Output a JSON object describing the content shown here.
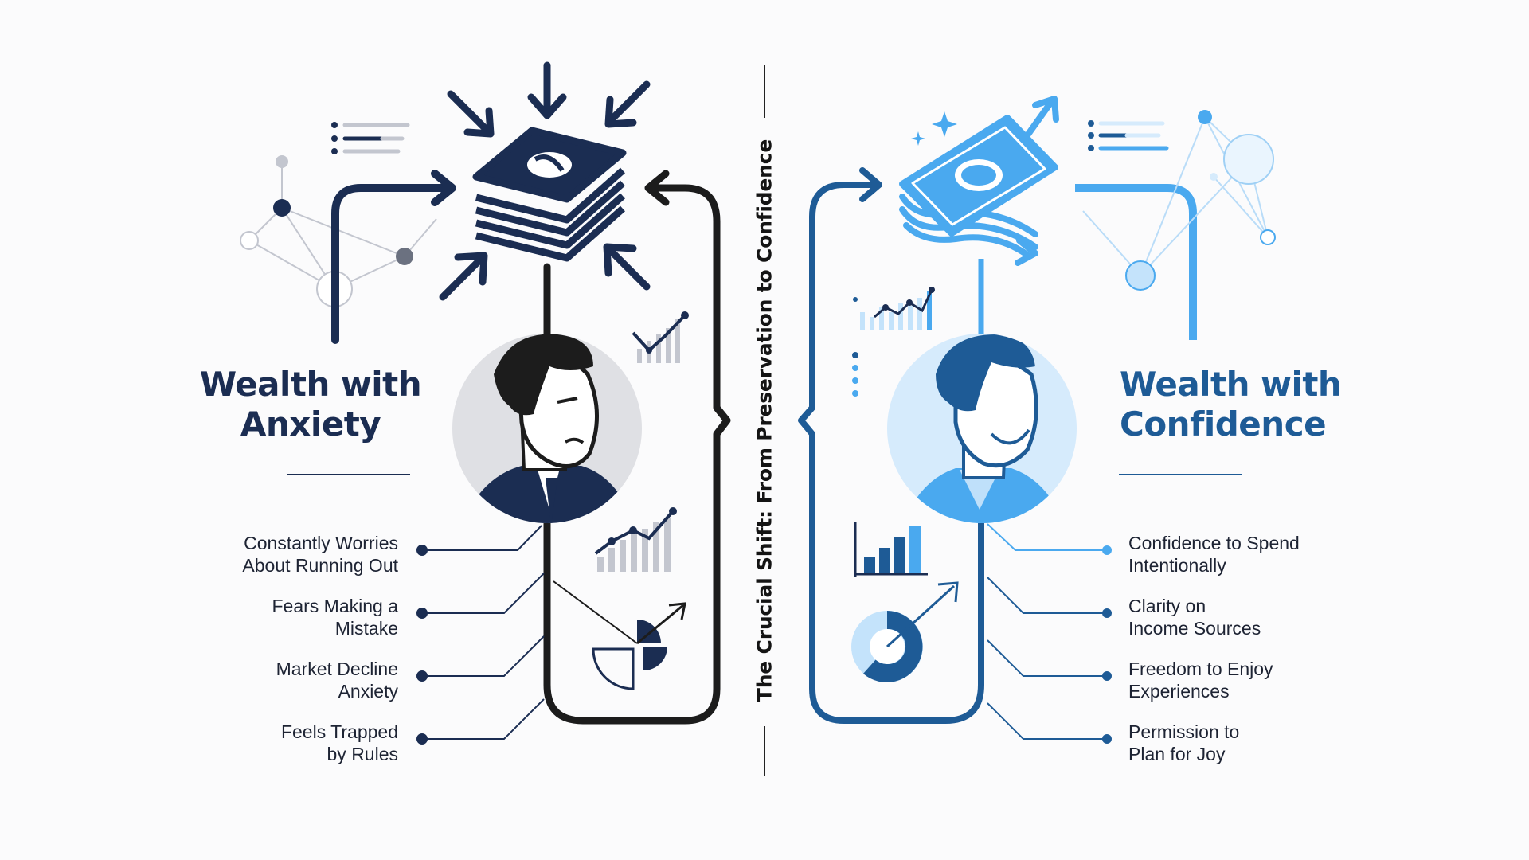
{
  "left_panel": {
    "heading": [
      "Wealth with",
      "Anxiety"
    ],
    "items": [
      [
        "Constantly Worries",
        "About Running Out"
      ],
      [
        "Fears Making a",
        "Mistake"
      ],
      [
        "Market Decline",
        "Anxiety"
      ],
      [
        "Feels Trapped",
        "by Rules"
      ]
    ]
  },
  "right_panel": {
    "heading": [
      "Wealth with",
      "Confidence"
    ],
    "items": [
      [
        "Confidence to Spend",
        "Intentionally"
      ],
      [
        "Clarity on",
        "Income Sources"
      ],
      [
        "Freedom to Enjoy",
        "Experiences"
      ],
      [
        "Permission to",
        "Plan for Joy"
      ]
    ]
  },
  "banner": "The Crucial Shift: From Preservation to Confidence",
  "icons": [
    "compressed-money-icon",
    "anxious-person-icon",
    "flying-money-icon",
    "confident-person-icon",
    "network-icon",
    "growth-chart-icon",
    "pie-chart-icon"
  ],
  "colors": {
    "anxiety_navy": "#1b2d52",
    "confidence_blue": "#1e5b96",
    "light_blue": "#4aa9ef",
    "pale_blue": "#d6ebfc",
    "gray": "#a9adb8"
  }
}
